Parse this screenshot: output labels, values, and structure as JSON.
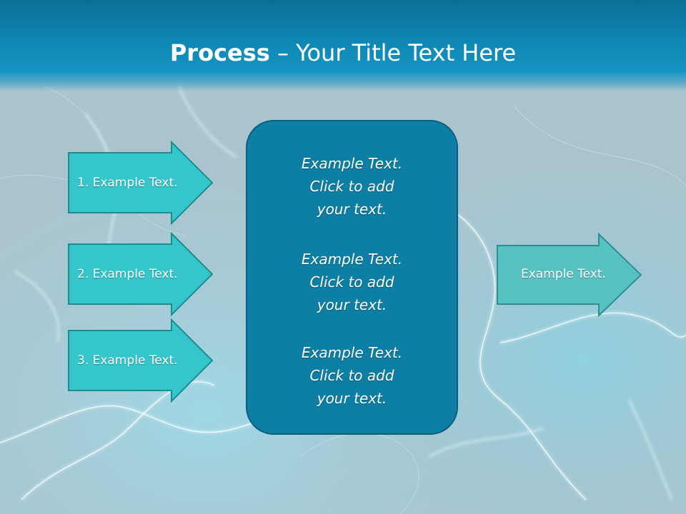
{
  "title": {
    "bold_part": "Process",
    "rest_part": " – Your Title Text Here"
  },
  "left_arrows": [
    {
      "label": "1. Example Text."
    },
    {
      "label": "2. Example Text."
    },
    {
      "label": "3. Example Text."
    }
  ],
  "center_blocks": [
    {
      "lines": [
        "Example Text.",
        "Click  to add",
        "your text."
      ]
    },
    {
      "lines": [
        "Example Text.",
        "Click  to add",
        "your text."
      ]
    },
    {
      "lines": [
        "Example Text.",
        "Click  to add",
        "your text."
      ]
    }
  ],
  "right_arrow": {
    "label": "Example Text."
  },
  "colors": {
    "title_bar": "#0f86b3",
    "left_arrow_fill": "#35c6cc",
    "left_arrow_stroke": "#1b8c8f",
    "center_box_fill": "#0d7ea4",
    "center_box_stroke": "#0a5f7d",
    "right_arrow_fill": "#58c2c2",
    "right_arrow_stroke": "#2a8f92",
    "text": "#ffffff"
  }
}
